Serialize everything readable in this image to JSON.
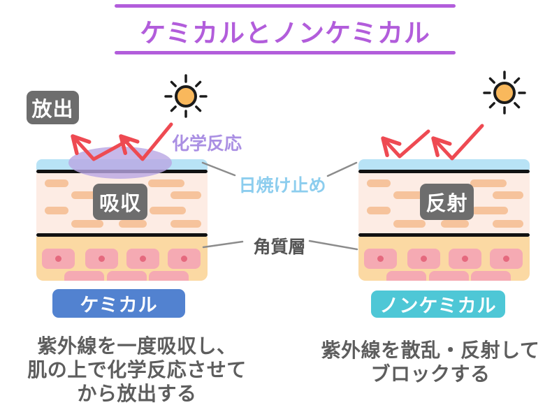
{
  "title": {
    "text": "ケミカルとノンケミカル"
  },
  "labels": {
    "chemical_reaction": "化学反応",
    "sunscreen": "日焼け止め",
    "stratum_corneum": "角質層"
  },
  "left_panel": {
    "release_tag": "放出",
    "absorb_tag": "吸収",
    "badge": "ケミカル",
    "description": [
      "紫外線を一度吸収し、",
      "肌の上で化学反応させて",
      "から放出する"
    ]
  },
  "right_panel": {
    "reflect_tag": "反射",
    "badge": "ノンケミカル",
    "description": [
      "紫外線を散乱・反射して",
      "ブロックする"
    ]
  },
  "icons": {
    "sun": "sun-icon",
    "uv_arrows": "uv-reflection-arrow-icon"
  },
  "colors": {
    "title-purple": "#b25ddb",
    "reaction-purple": "#aa8fe3",
    "reaction-fill": "#b9a6e4",
    "sunscreen-film": "#b8e3f6",
    "sunscreen-text": "#8ccdee",
    "epidermis": "#fdece4",
    "pill": "#f6c39c",
    "dermis": "#fbd9a3",
    "cell": "#f5aab3",
    "cell-dot": "#e5697e",
    "gray-tag": "#6d6d6d",
    "badge-blue": "#5282d0",
    "badge-teal": "#4ec7d6",
    "uv-red": "#ee4a52",
    "sun-fill": "#f9b85c",
    "outline": "#1b1b1b",
    "connector": "#8c8c8c",
    "desc-text": "#5d5d5d",
    "line-black": "#111111"
  }
}
